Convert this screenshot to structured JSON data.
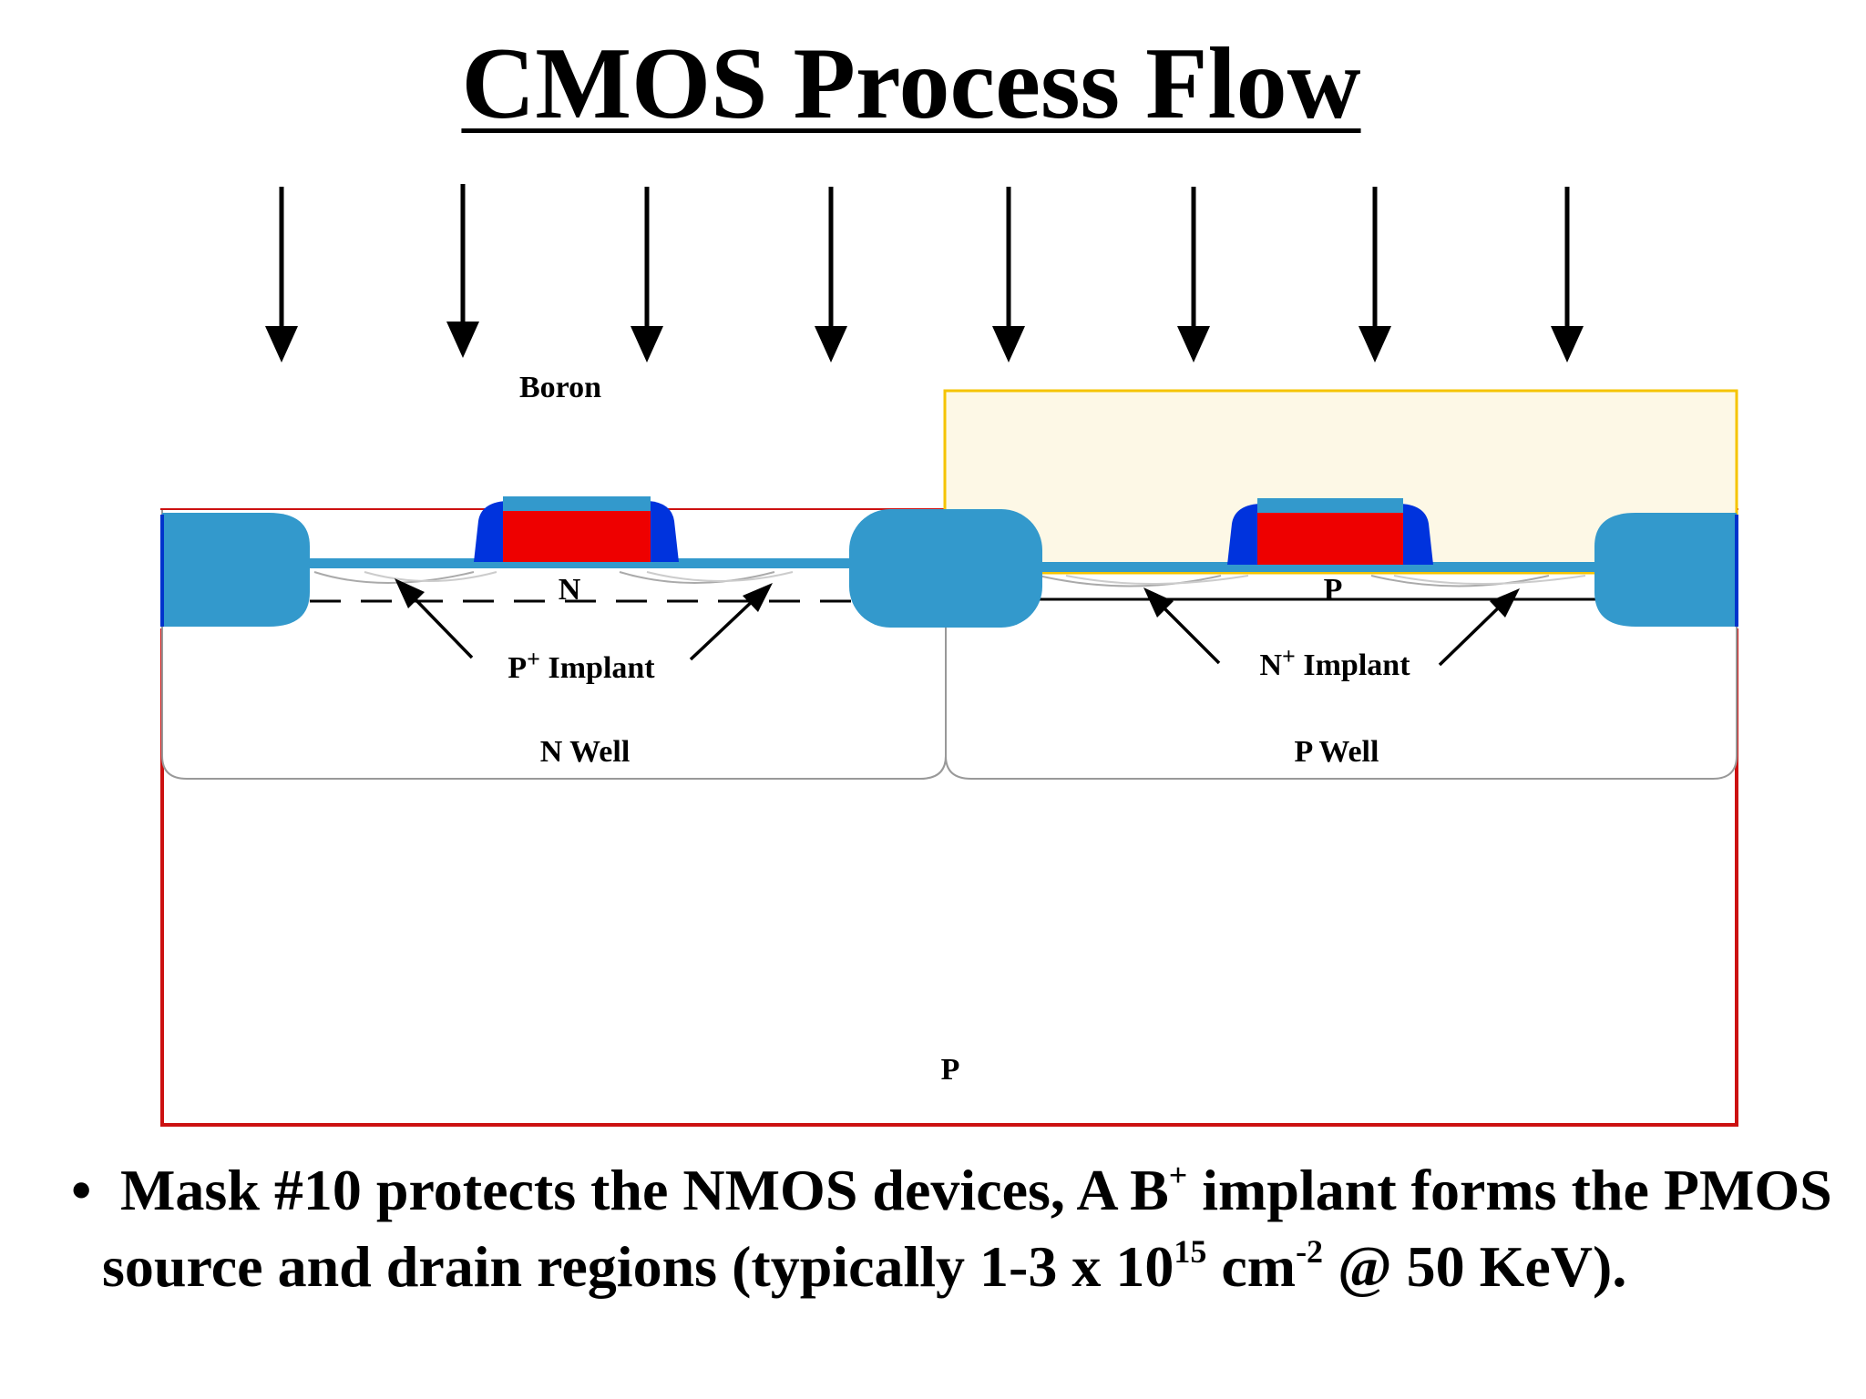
{
  "title": "CMOS Process Flow",
  "diagram": {
    "implant_species_label": "Boron",
    "nmos_channel_label": "N",
    "pmos_channel_label": "P",
    "left_implant_label": {
      "base": "P",
      "sup": "+",
      "rest": " Implant"
    },
    "right_implant_label": {
      "base": "N",
      "sup": "+",
      "rest": " Implant"
    },
    "n_well_label": "N Well",
    "p_well_label": "P Well",
    "substrate_label": "P",
    "colors": {
      "field_oxide": "#3399cc",
      "gate_poly": "#ee0000",
      "spacer": "#0033dd",
      "mask_fill": "#fdf8e6",
      "mask_border": "#f5c400",
      "substrate_border": "#cc1111"
    }
  },
  "caption": {
    "bullet": "•",
    "line_parts": [
      {
        "t": "Mask #10 protects the NMOS devices, A B"
      },
      {
        "sup": "+"
      },
      {
        "t": " implant forms the PMOS source and drain regions (typically 1-3 x 10"
      },
      {
        "sup": "15"
      },
      {
        "t": " cm"
      },
      {
        "sup": "-2"
      },
      {
        "t": " @ 50 KeV)."
      }
    ]
  }
}
